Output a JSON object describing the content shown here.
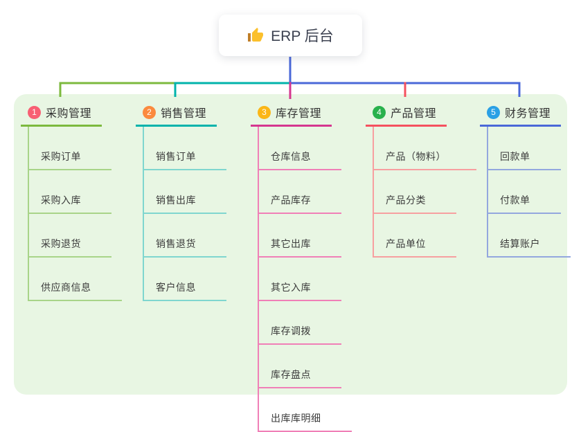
{
  "root": {
    "title": "ERP 后台",
    "icon": "thumbs-up-icon",
    "icon_colors": {
      "hand": "#fbc02d",
      "sleeve": "#c07f2a"
    }
  },
  "colors": {
    "panel_bg": "#e8f6e3",
    "root_link": "#4a68d8",
    "text_dark": "#333333",
    "item_text": "#3c3c3c"
  },
  "branches": [
    {
      "num": "1",
      "label": "采购管理",
      "badge_color": "#f85f73",
      "line_color": "#7cb93e",
      "light_color": "#a8d488",
      "items": [
        "采购订单",
        "采购入库",
        "采购退货",
        "供应商信息"
      ]
    },
    {
      "num": "2",
      "label": "销售管理",
      "badge_color": "#fb8a3e",
      "line_color": "#00b3ab",
      "light_color": "#7fd6cf",
      "items": [
        "销售订单",
        "销售出库",
        "销售退货",
        "客户信息"
      ]
    },
    {
      "num": "3",
      "label": "库存管理",
      "badge_color": "#fbb616",
      "line_color": "#d5368f",
      "light_color": "#f07fb7",
      "items": [
        "仓库信息",
        "产品库存",
        "其它出库",
        "其它入库",
        "库存调拨",
        "库存盘点",
        "出库库明细"
      ]
    },
    {
      "num": "4",
      "label": "产品管理",
      "badge_color": "#28b14c",
      "line_color": "#f5515f",
      "light_color": "#f79fa0",
      "items": [
        "产品（物料）",
        "产品分类",
        "产品单位"
      ]
    },
    {
      "num": "5",
      "label": "财务管理",
      "badge_color": "#2aa0e5",
      "line_color": "#4a68d8",
      "light_color": "#93a7de",
      "items": [
        "回款单",
        "付款单",
        "结算账户"
      ]
    }
  ]
}
